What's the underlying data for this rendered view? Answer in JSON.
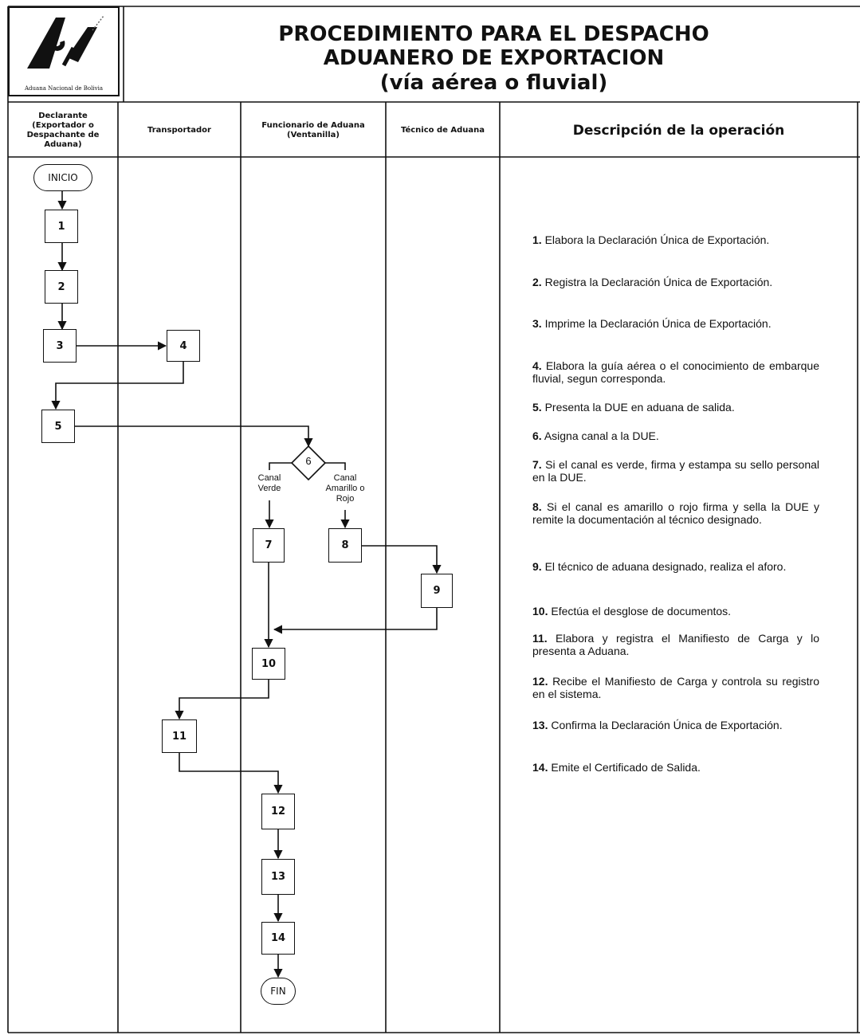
{
  "header": {
    "logo_caption": "Aduana Nacional de Bolivia",
    "title_line1": "PROCEDIMIENTO PARA EL DESPACHO",
    "title_line2": "ADUANERO DE EXPORTACION",
    "title_line3": "(vía aérea o fluvial)"
  },
  "columns": {
    "declarante": "Declarante (Exportador o Despachante de Aduana)",
    "transportador": "Transportador",
    "funcionario": "Funcionario de Aduana (Ventanilla)",
    "tecnico": "Técnico de Aduana",
    "descripcion": "Descripción de la operación"
  },
  "flow": {
    "start": "INICIO",
    "end": "FIN",
    "steps": [
      "1",
      "2",
      "3",
      "4",
      "5",
      "6",
      "7",
      "8",
      "9",
      "10",
      "11",
      "12",
      "13",
      "14"
    ],
    "branch_green": "Canal Verde",
    "branch_other": "Canal Amarillo o Rojo"
  },
  "description": [
    {
      "num": "1.",
      "text": "Elabora la Declaración Única de Exportación."
    },
    {
      "num": "2.",
      "text": "Registra la Declaración Única de Exportación."
    },
    {
      "num": "3.",
      "text": "Imprime la Declaración Única de Exportación."
    },
    {
      "num": "4.",
      "text": "Elabora la guía aérea o el conocimiento de embarque fluvial, segun corresponda."
    },
    {
      "num": "5.",
      "text": "Presenta la DUE en aduana de salida."
    },
    {
      "num": "6.",
      "text": "Asigna canal a la DUE."
    },
    {
      "num": "7.",
      "text": "Si el canal es verde, firma y estampa su sello personal en la DUE."
    },
    {
      "num": "8.",
      "text": "Si el canal es amarillo o rojo firma y sella la DUE y remite la documentación al técnico designado."
    },
    {
      "num": "9.",
      "text": "El técnico de aduana designado, realiza el aforo."
    },
    {
      "num": "10.",
      "text": "Efectúa el desglose de documentos."
    },
    {
      "num": "11.",
      "text": "Elabora y registra el Manifiesto de Carga y lo presenta a Aduana."
    },
    {
      "num": "12.",
      "text": "Recibe el Manifiesto de Carga y controla su registro en el sistema."
    },
    {
      "num": "13.",
      "text": "Confirma la Declaración Única de Exportación."
    },
    {
      "num": "14.",
      "text": "Emite el Certificado de Salida."
    }
  ]
}
